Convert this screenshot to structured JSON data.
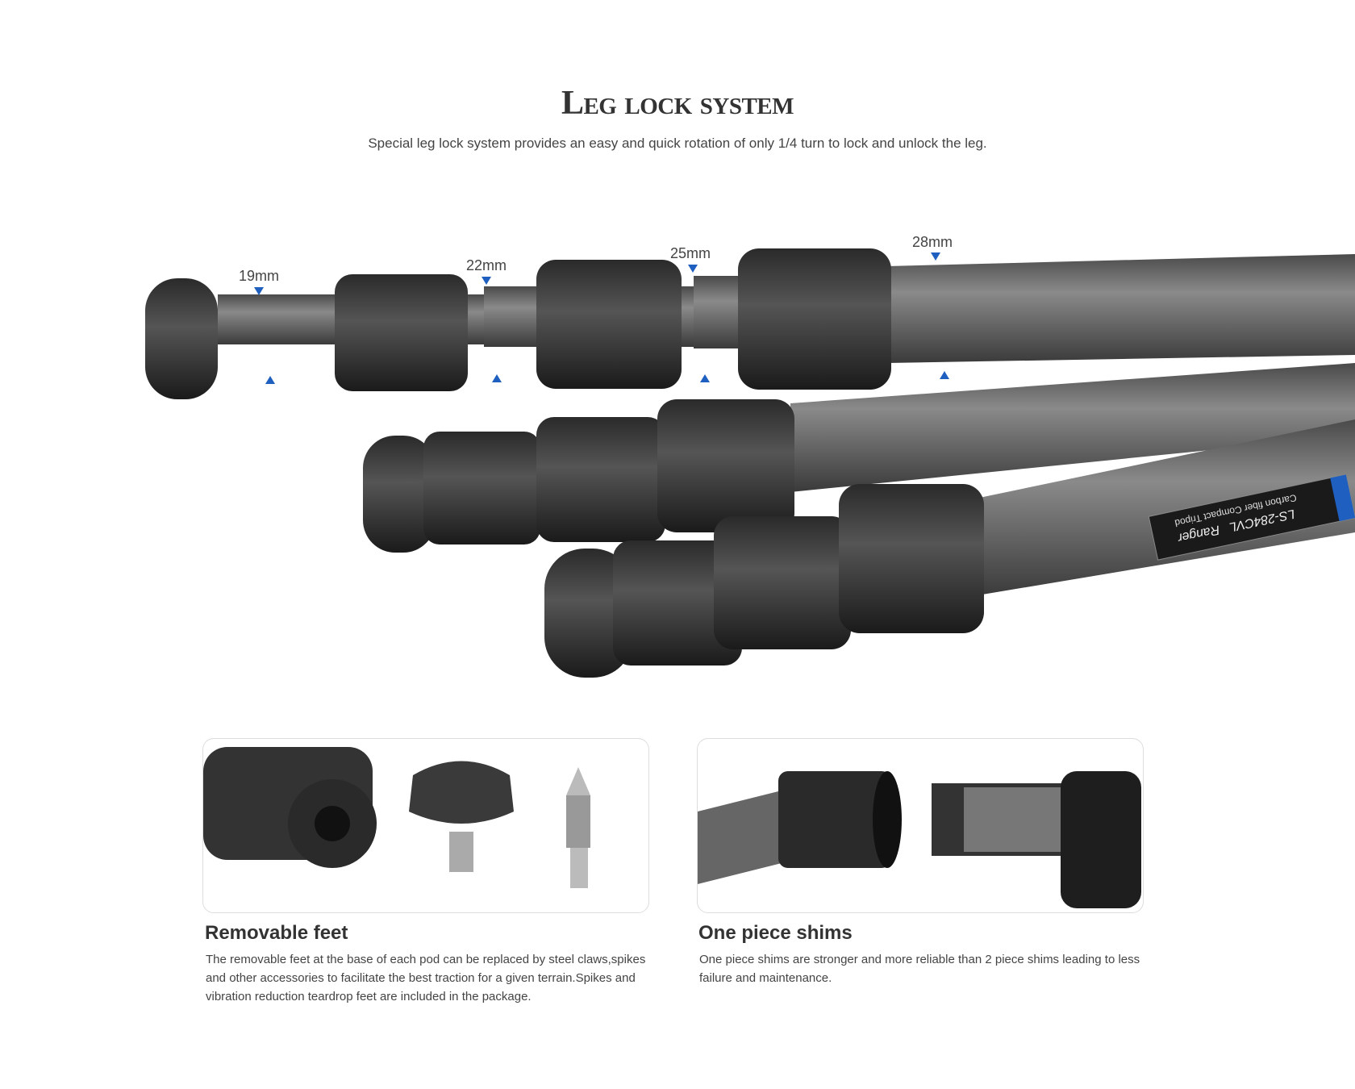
{
  "header": {
    "title": "Leg lock system",
    "subtitle": "Special leg lock system provides an easy and quick rotation of only 1/4 turn to  lock and unlock the leg."
  },
  "dimensions": [
    "19mm",
    "22mm",
    "25mm",
    "28mm"
  ],
  "accent": "#1f5fbf",
  "label": {
    "brand": "Ranger",
    "model": "LS-284CVL",
    "desc": "Carbon fiber Compact Tripod"
  },
  "features": [
    {
      "title": "Removable feet",
      "text": "The removable feet at the base of each pod can be replaced by steel claws,spikes and other accessories to facilitate the best traction for a given terrain.Spikes and vibration reduction teardrop feet are included in the package."
    },
    {
      "title": "One piece shims",
      "text": "One piece shims are stronger and more reliable than 2 piece shims leading to less failure and maintenance."
    }
  ]
}
